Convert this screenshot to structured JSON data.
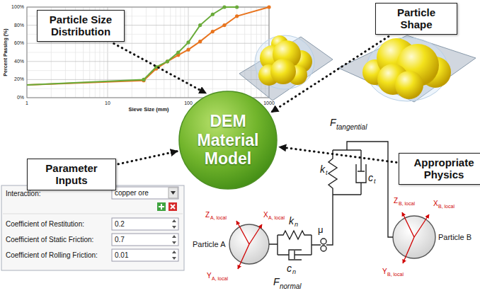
{
  "diagram": {
    "nodes": [
      {
        "text": [
          "Particle Size Distribution"
        ]
      },
      {
        "text": [
          "Particle Shape"
        ]
      },
      {
        "text": [
          "DEM Material Model"
        ]
      },
      {
        "text": [
          "Parameter Inputs"
        ]
      },
      {
        "text": [
          "Appropriate Physics"
        ]
      }
    ],
    "edges": [
      {
        "from": 0,
        "to": 2,
        "arrow": "to"
      },
      {
        "from": 1,
        "to": 2,
        "arrow": "to"
      },
      {
        "from": 3,
        "to": 2,
        "arrow": "to"
      },
      {
        "from": 4,
        "to": 2,
        "arrow": "to"
      }
    ],
    "labels": [
      "100%",
      "80%",
      "60%",
      "40%",
      "20%",
      "0%",
      "1",
      "10",
      "100",
      "1000",
      "Sieve Size (mm)",
      "Percent Passing (%)",
      "Interaction:",
      "copper ore",
      "Coefficient of Restitution:",
      "0.2",
      "Coefficient of Static Friction:",
      "0.7",
      "Coefficient of Rolling Friction:",
      "0.01",
      "F",
      "tangential",
      "k",
      "t",
      "c",
      "t",
      "k",
      "n",
      "c",
      "n",
      "μ",
      "F",
      "normal",
      "Particle A",
      "Particle B",
      "Z",
      "A, local",
      "X",
      "A, local",
      "Y",
      "A, local",
      "Z",
      "B, local",
      "X",
      "B, local",
      "Y",
      "B, local"
    ]
  }
}
